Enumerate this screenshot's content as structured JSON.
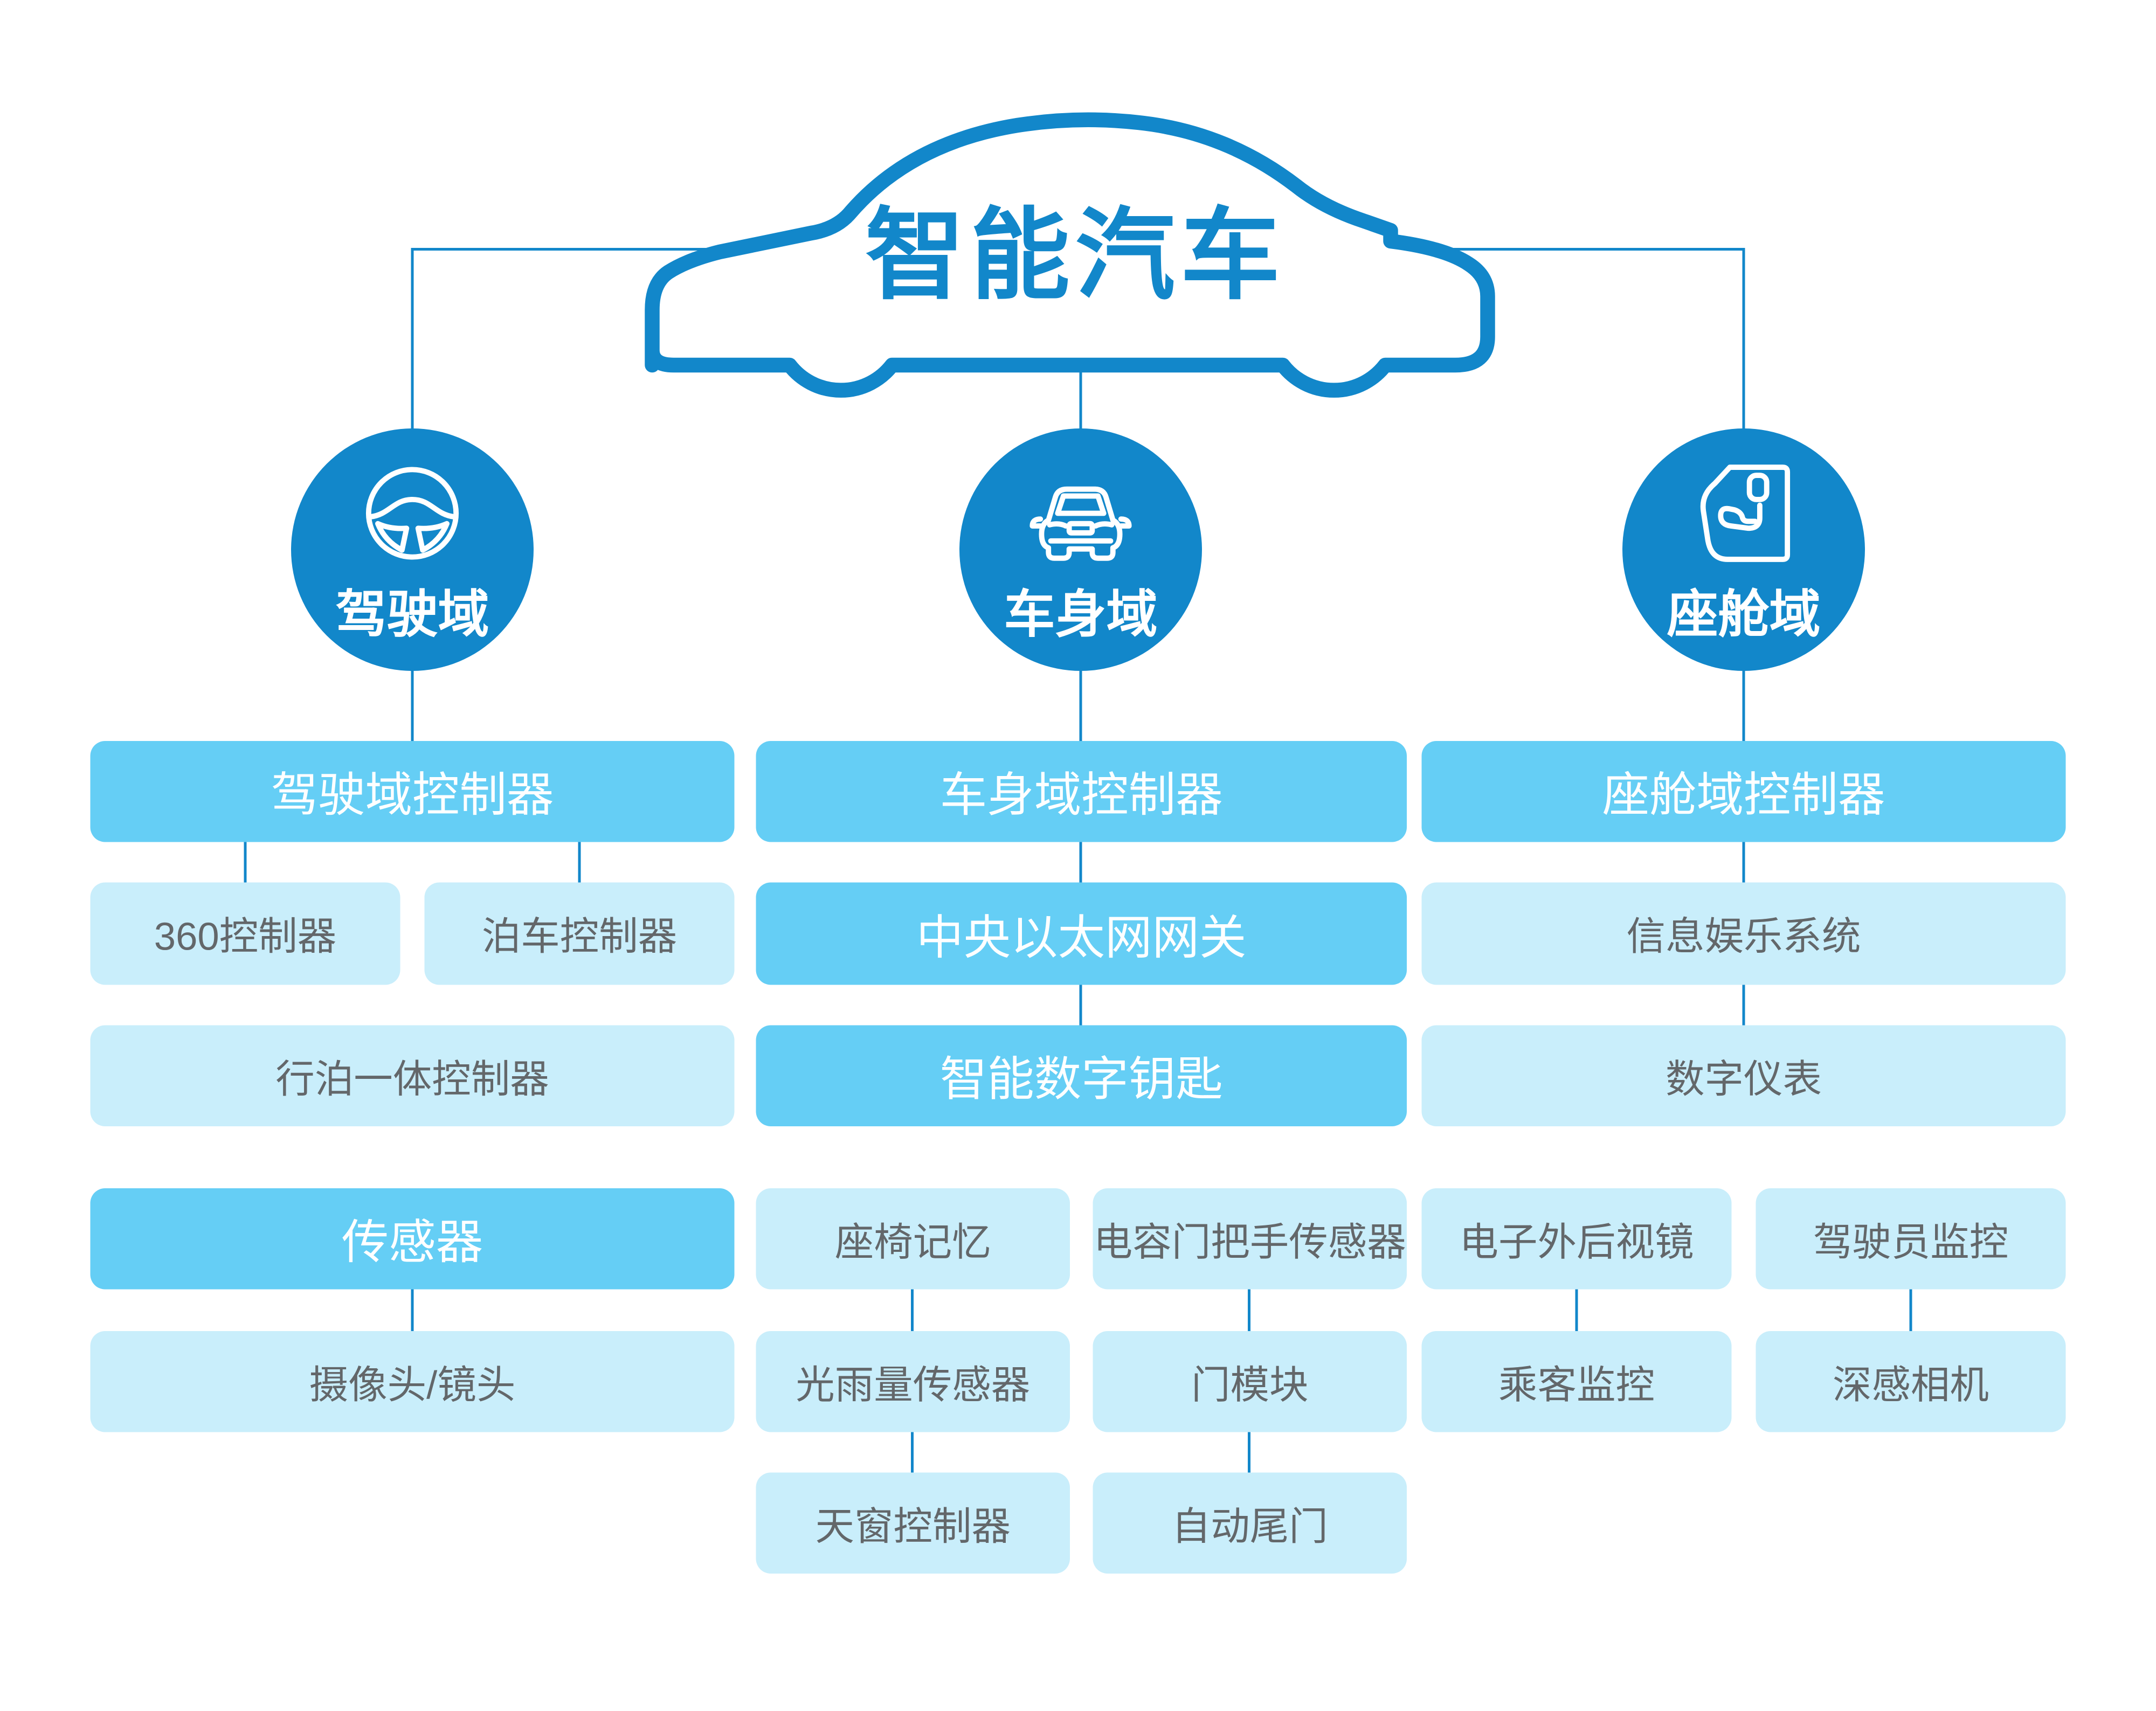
{
  "title": "智能汽车",
  "colors": {
    "primary": "#1287ca",
    "box_medium": "#65cef5",
    "box_light": "#c9eefb",
    "text_gray": "#63676a",
    "text_white": "#ffffff"
  },
  "domains": [
    {
      "label": "驾驶域",
      "icon": "steering-wheel-icon",
      "nodes": {
        "controller": "驾驶域控制器",
        "ctrl360": "360控制器",
        "parking": "泊车控制器",
        "integrated": "行泊一体控制器",
        "sensor": "传感器",
        "camera": "摄像头/镜头"
      }
    },
    {
      "label": "车身域",
      "icon": "car-front-icon",
      "nodes": {
        "controller": "车身域控制器",
        "gateway": "中央以太网网关",
        "key": "智能数字钥匙",
        "seat_memory": "座椅记忆",
        "handle_sensor": "电容门把手传感器",
        "rain_sensor": "光雨量传感器",
        "door_module": "门模块",
        "sunroof": "天窗控制器",
        "tailgate": "自动尾门"
      }
    },
    {
      "label": "座舱域",
      "icon": "car-seat-icon",
      "nodes": {
        "controller": "座舱域控制器",
        "infotainment": "信息娱乐系统",
        "cluster": "数字仪表",
        "mirror": "电子外后视镜",
        "driver_monitor": "驾驶员监控",
        "passenger_monitor": "乘客监控",
        "depth_camera": "深感相机"
      }
    }
  ]
}
